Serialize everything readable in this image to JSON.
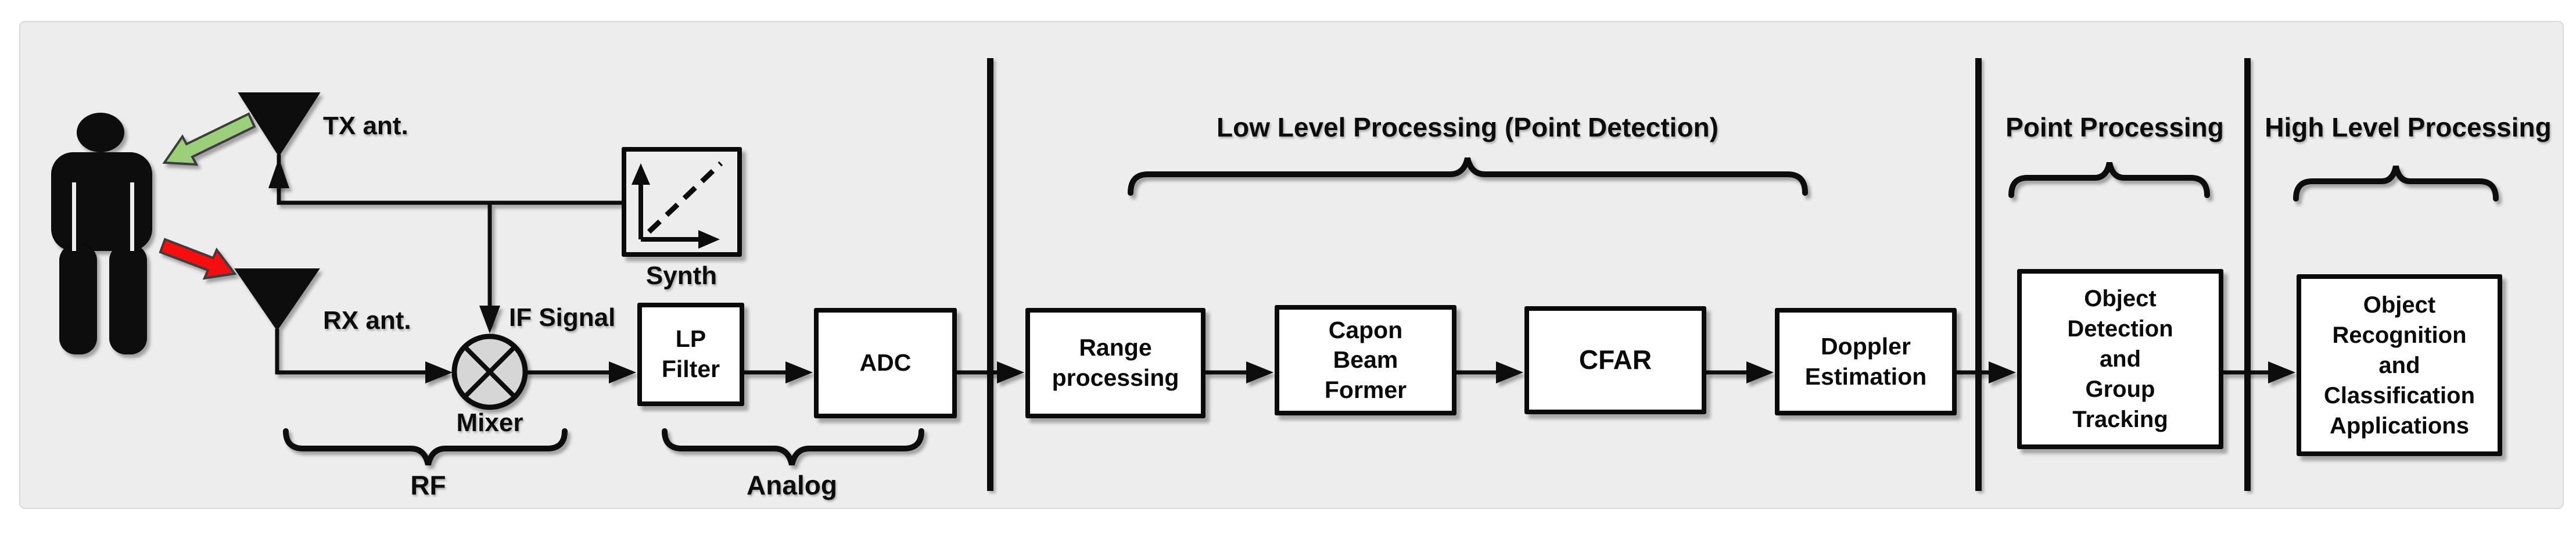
{
  "front_end": {
    "tx_label": "TX ant.",
    "rx_label": "RX ant.",
    "if_label": "IF Signal",
    "mixer_label": "Mixer",
    "synth_label": "Synth"
  },
  "group_labels": {
    "rf": "RF",
    "analog": "Analog"
  },
  "sections": [
    {
      "id": "low_level",
      "label": "Low Level Processing (Point Detection)"
    },
    {
      "id": "point",
      "label": "Point Processing"
    },
    {
      "id": "high_level",
      "label": "High Level Processing"
    }
  ],
  "blocks": [
    {
      "id": "lp_filter",
      "label": "LP\nFilter"
    },
    {
      "id": "adc",
      "label": "ADC"
    },
    {
      "id": "range_processing",
      "label": "Range\nprocessing"
    },
    {
      "id": "capon_beam_former",
      "label": "Capon\nBeam\nFormer"
    },
    {
      "id": "cfar",
      "label": "CFAR"
    },
    {
      "id": "doppler_estimation",
      "label": "Doppler\nEstimation"
    },
    {
      "id": "object_tracking",
      "label": "Object\nDetection\nand\nGroup\nTracking"
    },
    {
      "id": "object_recognition",
      "label": "Object\nRecognition\nand\nClassification\nApplications"
    }
  ],
  "icons": {
    "person": "person-icon",
    "tx_antenna": "tx-antenna-triangle-icon",
    "rx_antenna": "rx-antenna-triangle-icon",
    "synth_chirp": "chirp-graph-icon",
    "mixer": "mixer-cross-circle-icon",
    "transmit_beam": "green-transmit-arrow-icon",
    "reflected_beam": "red-reflection-arrow-icon"
  },
  "colors": {
    "panel_bg": "#ededee",
    "box_fill": "#ffffff",
    "line_color": "#0c0c0c",
    "transmit_arrow_fill": "#9ccf7a",
    "reflection_arrow_fill": "#f61111",
    "mixer_fill": "#d6d6d6"
  }
}
